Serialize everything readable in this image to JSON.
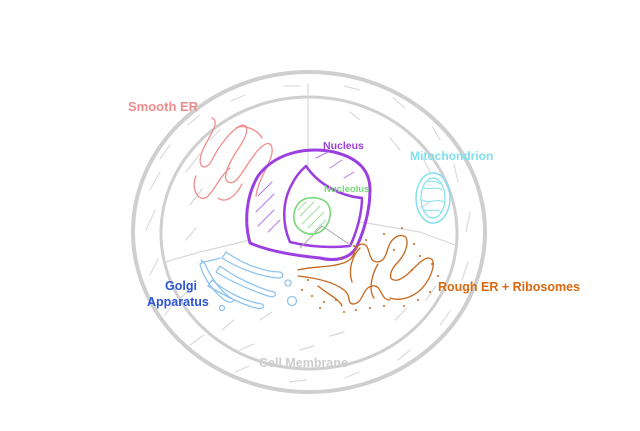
{
  "diagram": {
    "labels": {
      "smooth_er": "Smooth ER",
      "nucleus": "Nucleus",
      "nucleolus": "Nucleolus",
      "mitochondrion": "Mitochondrion",
      "golgi_line1": "Golgi",
      "golgi_line2": "Apparatus",
      "rough_er": "Rough ER + Ribosomes",
      "cell_membrane": "Cell Membrane"
    },
    "colors": {
      "membrane": "#cfcfcf",
      "cytoplasm_lines": "#dadada",
      "smooth_er": "#f08c8c",
      "nucleus": "#9b3fe0",
      "nucleolus": "#7ad67a",
      "mitochondrion": "#7fe0ee",
      "golgi": "#8fc4ee",
      "golgi_label": "#2b54d8",
      "rough_er": "#c5671b",
      "rough_er_label": "#d9680f",
      "cell_membrane_label": "#cdcdcd"
    }
  }
}
